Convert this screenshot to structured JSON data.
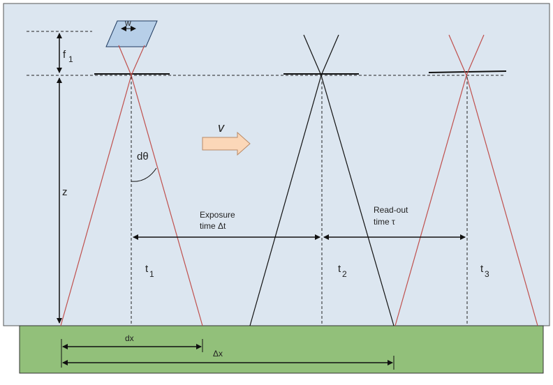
{
  "colors": {
    "sky": "#dce6f0",
    "ground": "#92c07a",
    "ray_red": "#c0504d",
    "ray_black": "#111111",
    "sensor": "#b7cfe8",
    "arrow_fill": "#fbd7b8",
    "arrow_stroke": "#b98a66"
  },
  "labels": {
    "w": "w",
    "f": "f",
    "f_sub": "1",
    "z": "z",
    "v": "v",
    "dtheta": "dθ",
    "exposure_line1": "Exposure",
    "exposure_line2": "time Δt",
    "readout_line1": "Read-out",
    "readout_line2": "time τ",
    "t": "t",
    "t1_sub": "1",
    "t2_sub": "2",
    "t3_sub": "3",
    "dx": "dx",
    "Dx": "Δx"
  },
  "icons": {
    "sensor": "sensor-parallelogram-icon",
    "velocity": "right-arrow-icon"
  }
}
